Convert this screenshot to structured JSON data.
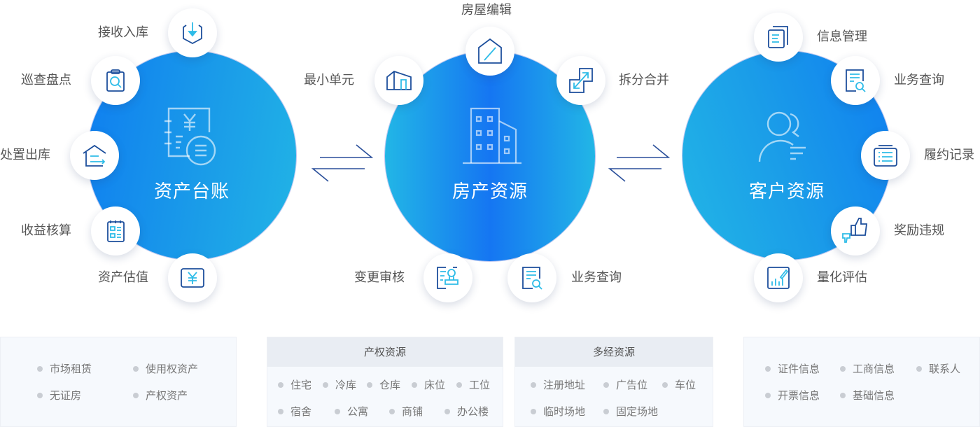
{
  "colors": {
    "primary_blue": "#1576f2",
    "light_blue": "#22b6e6",
    "icon_dark": "#1d4f9c",
    "icon_light": "#2ebce8",
    "label_text": "#555555",
    "panel_bg": "#f6f9fd",
    "panel_header_bg": "#e9edf3"
  },
  "hubs": [
    {
      "title": "资产台账",
      "icon": "ledger-yen-icon",
      "nodes": [
        {
          "label": "接收入库",
          "icon": "receive-inbound-icon"
        },
        {
          "label": "巡查盘点",
          "icon": "clipboard-search-icon"
        },
        {
          "label": "处置出库",
          "icon": "house-outbound-icon"
        },
        {
          "label": "收益核算",
          "icon": "calculation-sheet-icon"
        },
        {
          "label": "资产估值",
          "icon": "yen-valuation-icon"
        }
      ]
    },
    {
      "title": "房产资源",
      "icon": "building-icon",
      "nodes": [
        {
          "label": "房屋编辑",
          "icon": "house-edit-icon"
        },
        {
          "label": "最小单元",
          "icon": "min-unit-house-icon"
        },
        {
          "label": "拆分合并",
          "icon": "split-merge-icon"
        },
        {
          "label": "变更审核",
          "icon": "stamp-review-icon"
        },
        {
          "label": "业务查询",
          "icon": "document-search-icon"
        }
      ]
    },
    {
      "title": "客户资源",
      "icon": "users-icon",
      "nodes": [
        {
          "label": "信息管理",
          "icon": "documents-icon"
        },
        {
          "label": "业务查询",
          "icon": "document-search-icon"
        },
        {
          "label": "履约记录",
          "icon": "record-list-icon"
        },
        {
          "label": "奖励违规",
          "icon": "thumbs-up-down-icon"
        },
        {
          "label": "量化评估",
          "icon": "chart-edit-icon"
        }
      ]
    }
  ],
  "connectors": [
    {
      "icon": "bidirectional-arrows-icon"
    },
    {
      "icon": "bidirectional-arrows-icon"
    }
  ],
  "panels": [
    {
      "header": "",
      "items": [
        "市场租赁",
        "使用权资产",
        "无证房",
        "产权资产"
      ]
    },
    {
      "header": "产权资源",
      "items": [
        "住宅",
        "冷库",
        "仓库",
        "床位",
        "工位",
        "宿舍",
        "公寓",
        "商铺",
        "办公楼"
      ]
    },
    {
      "header": "多经资源",
      "items": [
        "注册地址",
        "广告位",
        "车位",
        "临时场地",
        "固定场地"
      ]
    },
    {
      "header": "",
      "items": [
        "证件信息",
        "工商信息",
        "联系人",
        "开票信息",
        "基础信息"
      ]
    }
  ]
}
